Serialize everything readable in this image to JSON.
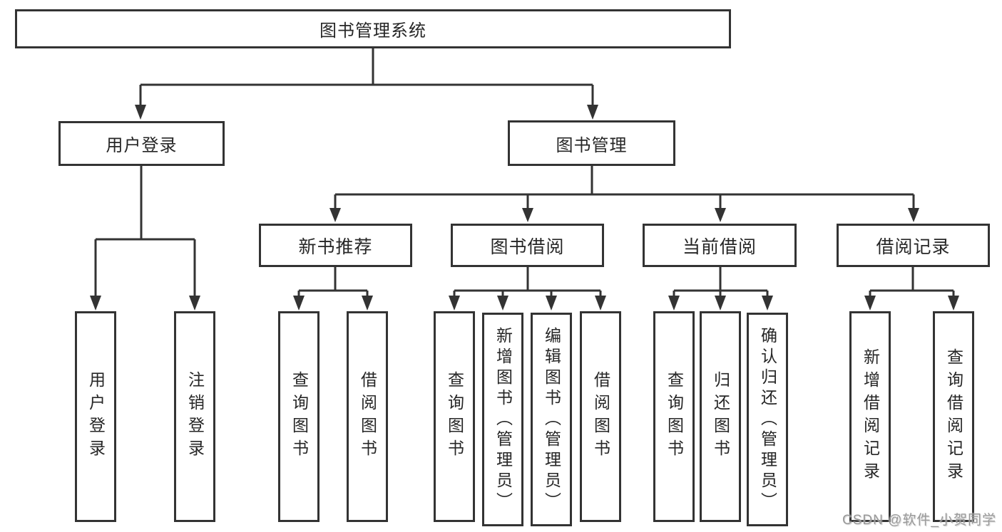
{
  "colors": {
    "line": "#333333",
    "text": "#262626",
    "watermark": "#949494",
    "background": "#ffffff"
  },
  "watermark": {
    "text": "CSDN @软件_小贺同学"
  },
  "tree": {
    "root": {
      "label": "图书管理系统",
      "children": [
        {
          "label": "用户登录",
          "children": [
            {
              "label": "用户登录"
            },
            {
              "label": "注销登录"
            }
          ]
        },
        {
          "label": "图书管理",
          "children": [
            {
              "label": "新书推荐",
              "children": [
                {
                  "label": "查询图书"
                },
                {
                  "label": "借阅图书"
                }
              ]
            },
            {
              "label": "图书借阅",
              "children": [
                {
                  "label": "查询图书"
                },
                {
                  "label": "新增图书（管理员）"
                },
                {
                  "label": "编辑图书（管理员）"
                },
                {
                  "label": "借阅图书"
                }
              ]
            },
            {
              "label": "当前借阅",
              "children": [
                {
                  "label": "查询图书"
                },
                {
                  "label": "归还图书"
                },
                {
                  "label": "确认归还（管理员）"
                }
              ]
            },
            {
              "label": "借阅记录",
              "children": [
                {
                  "label": "新增借阅记录"
                },
                {
                  "label": "查询借阅记录"
                }
              ]
            }
          ]
        }
      ]
    }
  }
}
